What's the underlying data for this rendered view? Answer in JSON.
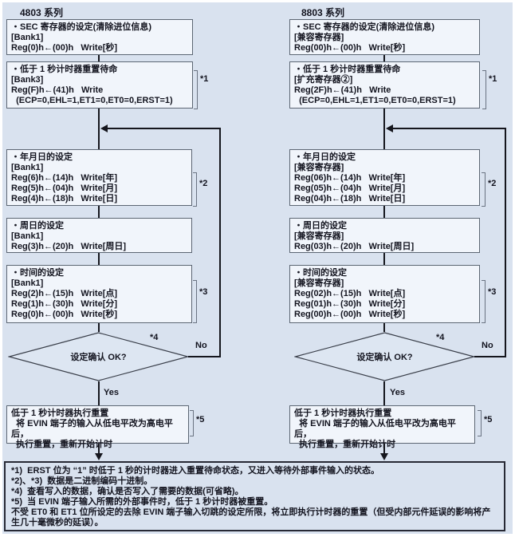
{
  "colors": {
    "background": "#d9e2ef",
    "box_fill": "#f1f5fb",
    "box_border": "#5c6673",
    "flow_line": "#15161d",
    "text": "#13141f"
  },
  "columns": {
    "left": {
      "title": "4803 系列",
      "sec_box": {
        "lines": [
          "・SEC 寄存器的设定(清除进位信息)",
          "[Bank1]",
          "Reg(0)h←(00)h   Write[秒]"
        ]
      },
      "standby_box": {
        "lines": [
          "・低于 1 秒计时器重置待命",
          "[Bank3]",
          "Reg(F)h←(41)h   Write",
          "  (ECP=0,EHL=1,ET1=0,ET0=0,ERST=1)"
        ],
        "note": "*1"
      },
      "date_box": {
        "lines": [
          "・年月日的设定",
          "[Bank1]",
          "Reg(6)h←(14)h   Write[年]",
          "Reg(5)h←(04)h   Write[月]",
          "Reg(4)h←(18)h   Write[日]"
        ],
        "note": "*2"
      },
      "weekday_box": {
        "lines": [
          "・周日的设定",
          "[Bank1]",
          "Reg(3)h←(20)h   Write[周日]"
        ]
      },
      "time_box": {
        "lines": [
          "・时间的设定",
          "[Bank1]",
          "Reg(2)h←(15)h   Write[点]",
          "Reg(1)h←(30)h   Write[分]",
          "Reg(0)h←(00)h   Write[秒]"
        ],
        "note": "*3"
      },
      "decision": {
        "label": "设定确认 OK?",
        "note": "*4",
        "no": "No",
        "yes": "Yes"
      },
      "reset_box": {
        "lines": [
          "低于 1 秒计时器执行重置",
          "  将 EVIN 端子的输入从低电平改为高电平后，",
          "  执行重置，重新开始计时"
        ],
        "note": "*5"
      }
    },
    "right": {
      "title": "8803 系列",
      "sec_box": {
        "lines": [
          "・SEC 寄存器的设定(清除进位信息)",
          "[兼容寄存器]",
          "Reg(00)h←(00)h   Write[秒]"
        ]
      },
      "standby_box": {
        "lines": [
          "・低于 1 秒计时器重置待命",
          "[扩充寄存器②]",
          "Reg(2F)h←(41)h   Write",
          "  (ECP=0,EHL=1,ET1=0,ET0=0,ERST=1)"
        ],
        "note": "*1"
      },
      "date_box": {
        "lines": [
          "・年月日的设定",
          "[兼容寄存器]",
          "Reg(06)h←(14)h   Write[年]",
          "Reg(05)h←(04)h   Write[月]",
          "Reg(04)h←(18)h   Write[日]"
        ],
        "note": "*2"
      },
      "weekday_box": {
        "lines": [
          "・周日的设定",
          "[兼容寄存器]",
          "Reg(03)h←(20)h   Write[周日]"
        ]
      },
      "time_box": {
        "lines": [
          "・时间的设定",
          "[兼容寄存器]",
          "Reg(02)h←(15)h   Write[点]",
          "Reg(01)h←(30)h   Write[分]",
          "Reg(00)h←(00)h   Write[秒]"
        ],
        "note": "*3"
      },
      "decision": {
        "label": "设定确认 OK?",
        "note": "*4",
        "no": "No",
        "yes": "Yes"
      },
      "reset_box": {
        "lines": [
          "低于 1 秒计时器执行重置",
          "  将 EVIN 端子的输入从低电平改为高电平后，",
          "  执行重置，重新开始计时"
        ],
        "note": "*5"
      }
    }
  },
  "footnotes": {
    "lines": [
      "*1)  ERST 位为 “1” 时低于 1 秒的计时器进入重置待命状态，又进入等待外部事件输入的状态。",
      "*2)、*3)  数据是二进制编码十进制。",
      "*4)  查看写入的数据，确认是否写入了需要的数据(可省略)。",
      "*5)  当 EVIN 端子输入所需的外部事件时，低于 1 秒计时器被重置。",
      "不受 ET0 和 ET1 位所设定的去除 EVIN 端子输入切跳的设定所限，将立即执行计时器的重置（但受内部元件延误的影响将产生几十毫微秒的延误）。"
    ]
  }
}
